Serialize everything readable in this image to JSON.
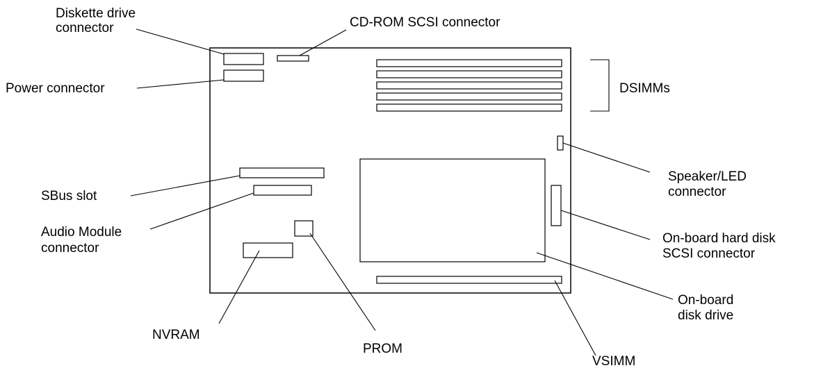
{
  "labels": {
    "diskette": [
      "Diskette drive",
      "connector"
    ],
    "cdrom": [
      "CD-ROM SCSI connector"
    ],
    "power": [
      "Power connector"
    ],
    "dsimms": [
      "DSIMMs"
    ],
    "speaker": [
      "Speaker/LED",
      "connector"
    ],
    "sbus": [
      "SBus slot"
    ],
    "audio": [
      "Audio Module",
      "connector"
    ],
    "hdscsi": [
      "On-board hard disk",
      "SCSI connector"
    ],
    "disk": [
      "On-board",
      "disk drive"
    ],
    "nvram": [
      "NVRAM"
    ],
    "prom": [
      "PROM"
    ],
    "vsimm": [
      "VSIMM"
    ]
  },
  "dsimm_slot_count": 5
}
